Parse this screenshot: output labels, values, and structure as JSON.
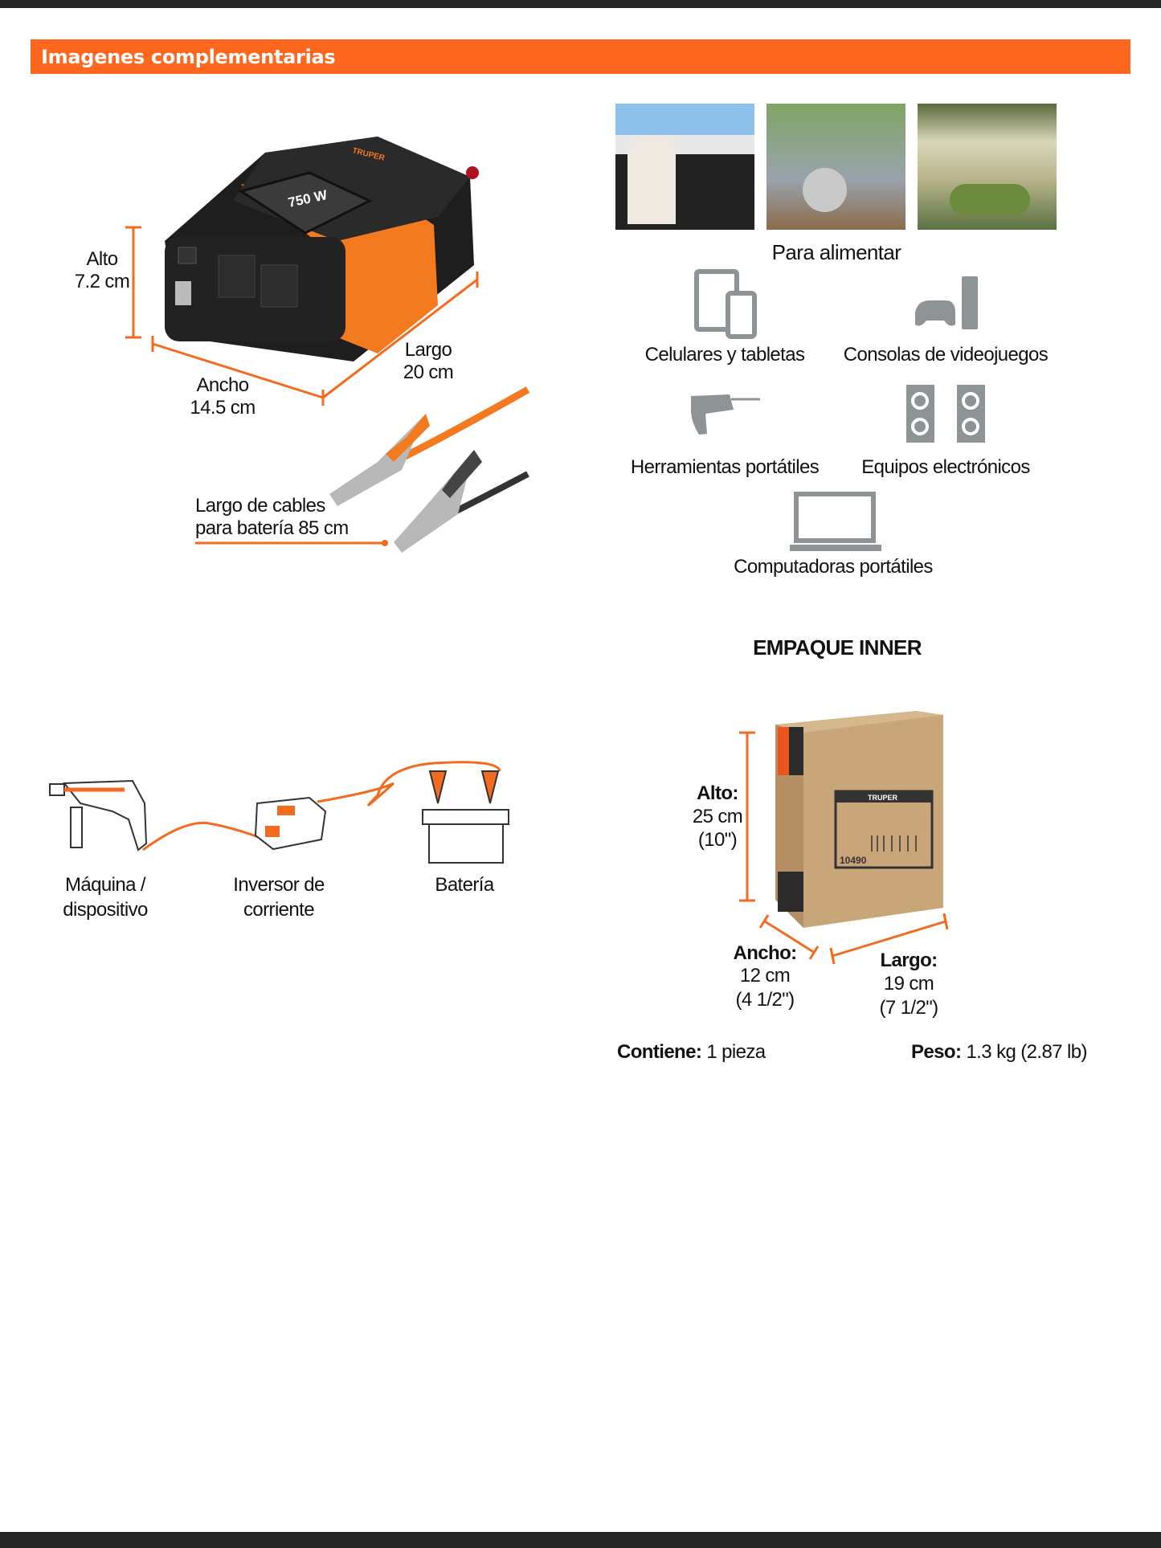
{
  "header": {
    "title": "Imagenes complementarias"
  },
  "product_dimensions": {
    "alto": {
      "label": "Alto",
      "value": "7.2 cm"
    },
    "ancho": {
      "label": "Ancho",
      "value": "14.5 cm"
    },
    "largo": {
      "label": "Largo",
      "value": "20 cm"
    },
    "cables": {
      "line1": "Largo de cables",
      "line2": "para batería 85 cm"
    }
  },
  "product_screen": {
    "brand": "TRUPER",
    "power": "750 W"
  },
  "connection_diagram": {
    "items": [
      {
        "line1": "Máquina /",
        "line2": "dispositivo"
      },
      {
        "line1": "Inversor de",
        "line2": "corriente"
      },
      {
        "line1": "Batería",
        "line2": ""
      }
    ]
  },
  "uses": {
    "title": "Para alimentar",
    "items": [
      {
        "label": "Celulares y tabletas",
        "icon": "tablet-phone-icon"
      },
      {
        "label": "Consolas de videojuegos",
        "icon": "game-console-icon"
      },
      {
        "label": "Herramientas portátiles",
        "icon": "drill-icon"
      },
      {
        "label": "Equipos electrónicos",
        "icon": "speakers-icon"
      },
      {
        "label": "Computadoras portátiles",
        "icon": "laptop-icon"
      }
    ]
  },
  "packaging": {
    "title": "EMPAQUE INNER",
    "box_code": "10490",
    "box_brand": "TRUPER",
    "alto": {
      "label": "Alto:",
      "cm": "25 cm",
      "in": "(10\")"
    },
    "ancho": {
      "label": "Ancho:",
      "cm": "12 cm",
      "in": "(4 1/2\")"
    },
    "largo": {
      "label": "Largo:",
      "cm": "19 cm",
      "in": "(7 1/2\")"
    },
    "contiene": {
      "label": "Contiene:",
      "value": "1 pieza"
    },
    "peso": {
      "label": "Peso:",
      "value": "1.3 kg (2.87 lb)"
    }
  },
  "colors": {
    "accent": "#ff671f",
    "icon_gray": "#8e9396",
    "bar": "#262626"
  }
}
